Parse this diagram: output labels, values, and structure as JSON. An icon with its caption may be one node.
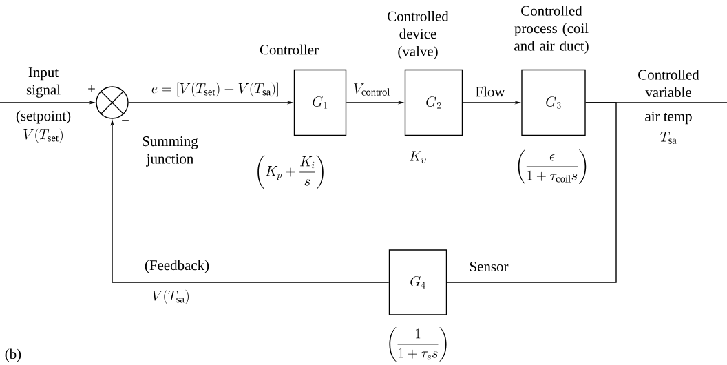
{
  "diagram": {
    "nodes": [
      {
        "text": [],
        "shape": "circle",
        "beside": [
          "Summing junction"
        ]
      },
      {
        "text": [
          "G_1"
        ],
        "beside": [
          "Controller",
          "\\left(K_p + \\frac{K_i}{s}\\right)"
        ]
      },
      {
        "text": [
          "G_2"
        ],
        "beside": [
          "Controlled device (valve)",
          "K_\\upsilon"
        ]
      },
      {
        "text": [
          "G_3"
        ],
        "beside": [
          "Controlled process (coil and air duct)",
          "\\left(\\frac{\\epsilon}{1 + \\tau_{\\mathrm{coil}} s}\\right)"
        ]
      },
      {
        "text": [
          "G_4"
        ],
        "beside": [
          "Sensor",
          "\\left(\\frac{1}{1 + \\tau_s s}\\right)"
        ]
      }
    ],
    "edges": [
      {
        "from": null,
        "to": 0,
        "arrow": "to",
        "label": "Input signal"
      },
      {
        "from": 0,
        "to": 1,
        "arrow": "to",
        "label": "e = [V(T_{\\mathrm{set}}) - V(T_{\\mathrm{sa}})]"
      },
      {
        "from": 1,
        "to": 2,
        "arrow": "to",
        "label": "V_{\\mathrm{control}}"
      },
      {
        "from": 2,
        "to": 3,
        "arrow": "to",
        "label": "Flow"
      },
      {
        "from": 3,
        "to": null,
        "arrow": "none",
        "label": "Controlled variable"
      },
      {
        "from": 3,
        "to": 4,
        "arrow": "none"
      },
      {
        "from": 4,
        "to": 0,
        "arrow": "to",
        "label": "(Feedback)"
      }
    ],
    "labels": [
      "+",
      "−",
      "(setpoint)",
      "V(T_{\\mathrm{set}})",
      "air temp",
      "T_{\\mathrm{sa}}",
      "V(T_{\\mathrm{sa}})",
      "(b)"
    ]
  }
}
